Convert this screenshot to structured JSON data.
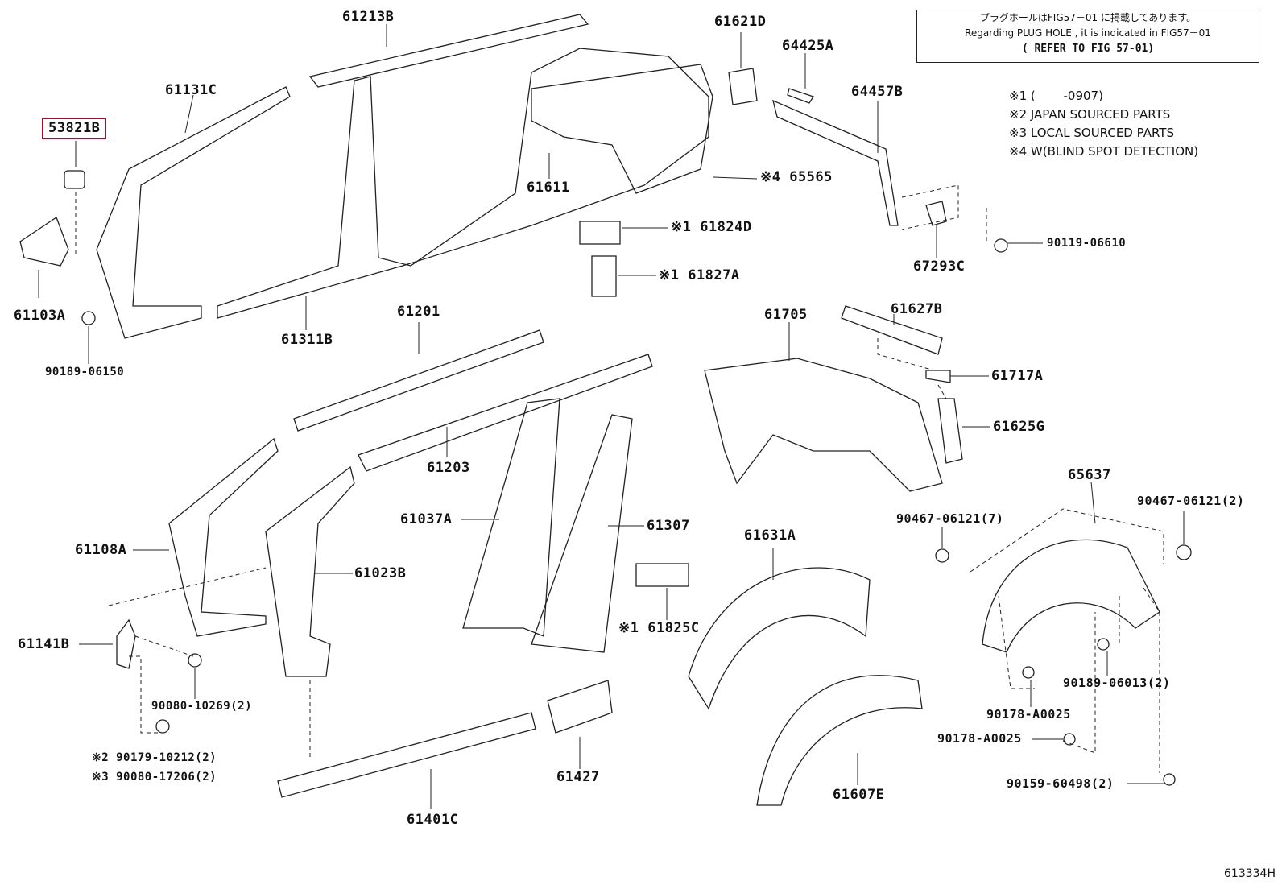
{
  "note": {
    "line1": "プラグホールはFIG57－01 に掲載してあります。",
    "line2": "Regarding PLUG HOLE , it is indicated in FIG57－01",
    "line3": "( REFER TO FIG 57-01)"
  },
  "legend": [
    "※1 (　　 -0907)",
    "※2 JAPAN SOURCED PARTS",
    "※3 LOCAL SOURCED PARTS",
    "※4 W(BLIND SPOT DETECTION)"
  ],
  "parts": {
    "p53821B": "53821B",
    "p61213B": "61213B",
    "p61131C": "61131C",
    "p61103A": "61103A",
    "p90189_06150": "90189-06150",
    "p61311B": "61311B",
    "p61611": "61611",
    "p61621D": "61621D",
    "p64425A": "64425A",
    "p64457B": "64457B",
    "p65565": "※4 65565",
    "p61824D": "※1 61824D",
    "p61827A": "※1 61827A",
    "p67293C": "67293C",
    "p90119_06610": "90119-06610",
    "p61201": "61201",
    "p61203": "61203",
    "p61705": "61705",
    "p61627B": "61627B",
    "p61717A": "61717A",
    "p61625G": "61625G",
    "p61108A": "61108A",
    "p61023B": "61023B",
    "p61037A": "61037A",
    "p61307": "61307",
    "p61825C": "※1 61825C",
    "p61631A": "61631A",
    "p65637": "65637",
    "p90467_06121_7": "90467-06121(7)",
    "p90467_06121_2": "90467-06121(2)",
    "p61141B": "61141B",
    "p90080_10269": "90080-10269(2)",
    "p90179_10212": "※2 90179-10212(2)",
    "p90080_17206": "※3 90080-17206(2)",
    "p61427": "61427",
    "p61401C": "61401C",
    "p61607E": "61607E",
    "p90189_06013": "90189-06013(2)",
    "p90178_A0025a": "90178-A0025",
    "p90178_A0025b": "90178-A0025",
    "p90159_60498": "90159-60498(2)"
  },
  "figure_number": "613334H",
  "colors": {
    "highlight": "#9a1030",
    "ink": "#111111"
  }
}
